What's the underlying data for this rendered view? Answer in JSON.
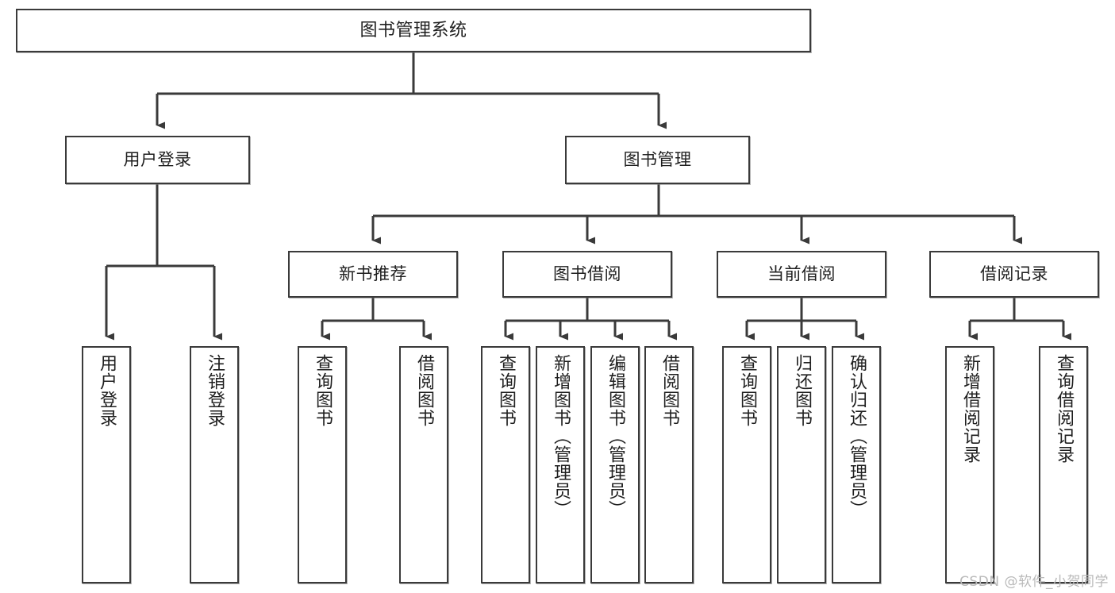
{
  "diagram": {
    "title": "图书管理系统",
    "type": "tree",
    "watermark": "CSDN @软件_小贺同学",
    "colors": {
      "box_border": "#3a3a3a",
      "box_fill": "#ffffff",
      "text": "#1f1f1f",
      "edge": "#3a3a3a",
      "watermark": "#b9b9b9"
    },
    "root": {
      "label": "图书管理系统"
    },
    "level2": [
      {
        "label": "用户登录"
      },
      {
        "label": "图书管理"
      }
    ],
    "level3": [
      {
        "label": "新书推荐"
      },
      {
        "label": "图书借阅"
      },
      {
        "label": "当前借阅"
      },
      {
        "label": "借阅记录"
      }
    ],
    "leaves": {
      "user_login": [
        {
          "label": "用户登录"
        },
        {
          "label": "注销登录"
        }
      ],
      "new_book": [
        {
          "label": "查询图书"
        },
        {
          "label": "借阅图书"
        }
      ],
      "book_borrow": [
        {
          "label": "查询图书"
        },
        {
          "label": "新增图书（管理员）"
        },
        {
          "label": "编辑图书（管理员）"
        },
        {
          "label": "借阅图书"
        }
      ],
      "current_borrow": [
        {
          "label": "查询图书"
        },
        {
          "label": "归还图书"
        },
        {
          "label": "确认归还（管理员）"
        }
      ],
      "borrow_record": [
        {
          "label": "新增借阅记录"
        },
        {
          "label": "查询借阅记录"
        }
      ]
    }
  }
}
